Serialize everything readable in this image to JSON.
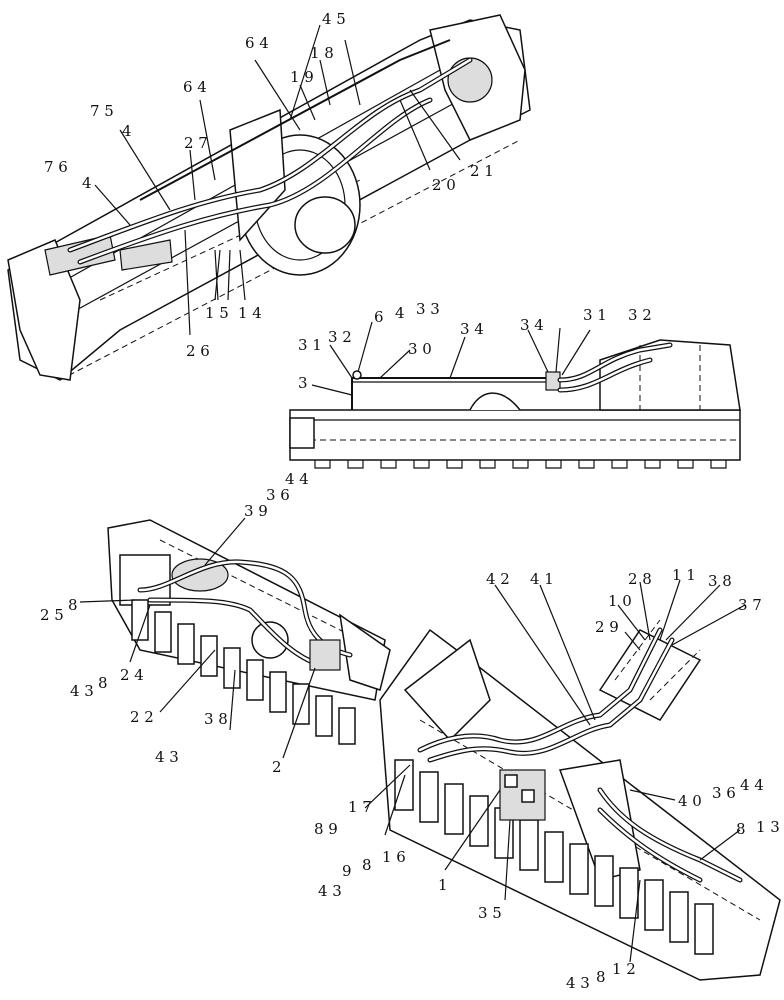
{
  "labels": {
    "v1_45": "4 5",
    "v1_64a": "6 4",
    "v1_18": "1 8",
    "v1_19": "1 9",
    "v1_64b": "6 4",
    "v1_75": "7 5",
    "v1_4a": "4",
    "v1_27": "2 7",
    "v1_76": "7 6",
    "v1_4b": "4",
    "v1_20": "2 0",
    "v1_21": "2 1",
    "v1_15": "1 5",
    "v1_14": "1 4",
    "v1_26": "2 6",
    "v2_31": "3 1",
    "v2_32": "3 2",
    "v2_6": "6",
    "v2_4": "4",
    "v2_33": "3 3",
    "v2_34a": "3 4",
    "v2_34b": "3 4",
    "v2_31b": "3 1",
    "v2_32b": "3 2",
    "v2_30": "3 0",
    "v2_3": "3",
    "v3_44": "4 4",
    "v3_36": "3 6",
    "v3_39": "3 9",
    "v3_25": "2 5",
    "v3_8": "8",
    "v3_24": "2 4",
    "v3_43a": "4 3",
    "v3_8b": "8",
    "v3_22": "2 2",
    "v3_38": "3 8",
    "v3_43b": "4 3",
    "v3_2": "2",
    "v4_42": "4 2",
    "v4_41": "4 1",
    "v4_28": "2 8",
    "v4_11": "1 1",
    "v4_38": "3 8",
    "v4_10": "1 0",
    "v4_37": "3 7",
    "v4_29": "2 9",
    "v4_40": "4 0",
    "v4_36": "3 6",
    "v4_44": "4 4",
    "v4_17": "1 7",
    "v4_89": "8 9",
    "v4_16": "1 6",
    "v4_8a": "8",
    "v4_13": "1 3",
    "v4_9": "9",
    "v4_8b": "8",
    "v4_43": "4 3",
    "v4_1": "1",
    "v4_35": "3 5",
    "v4_12": "1 2",
    "v4_438": "4 3",
    "v4_8c": "8"
  }
}
